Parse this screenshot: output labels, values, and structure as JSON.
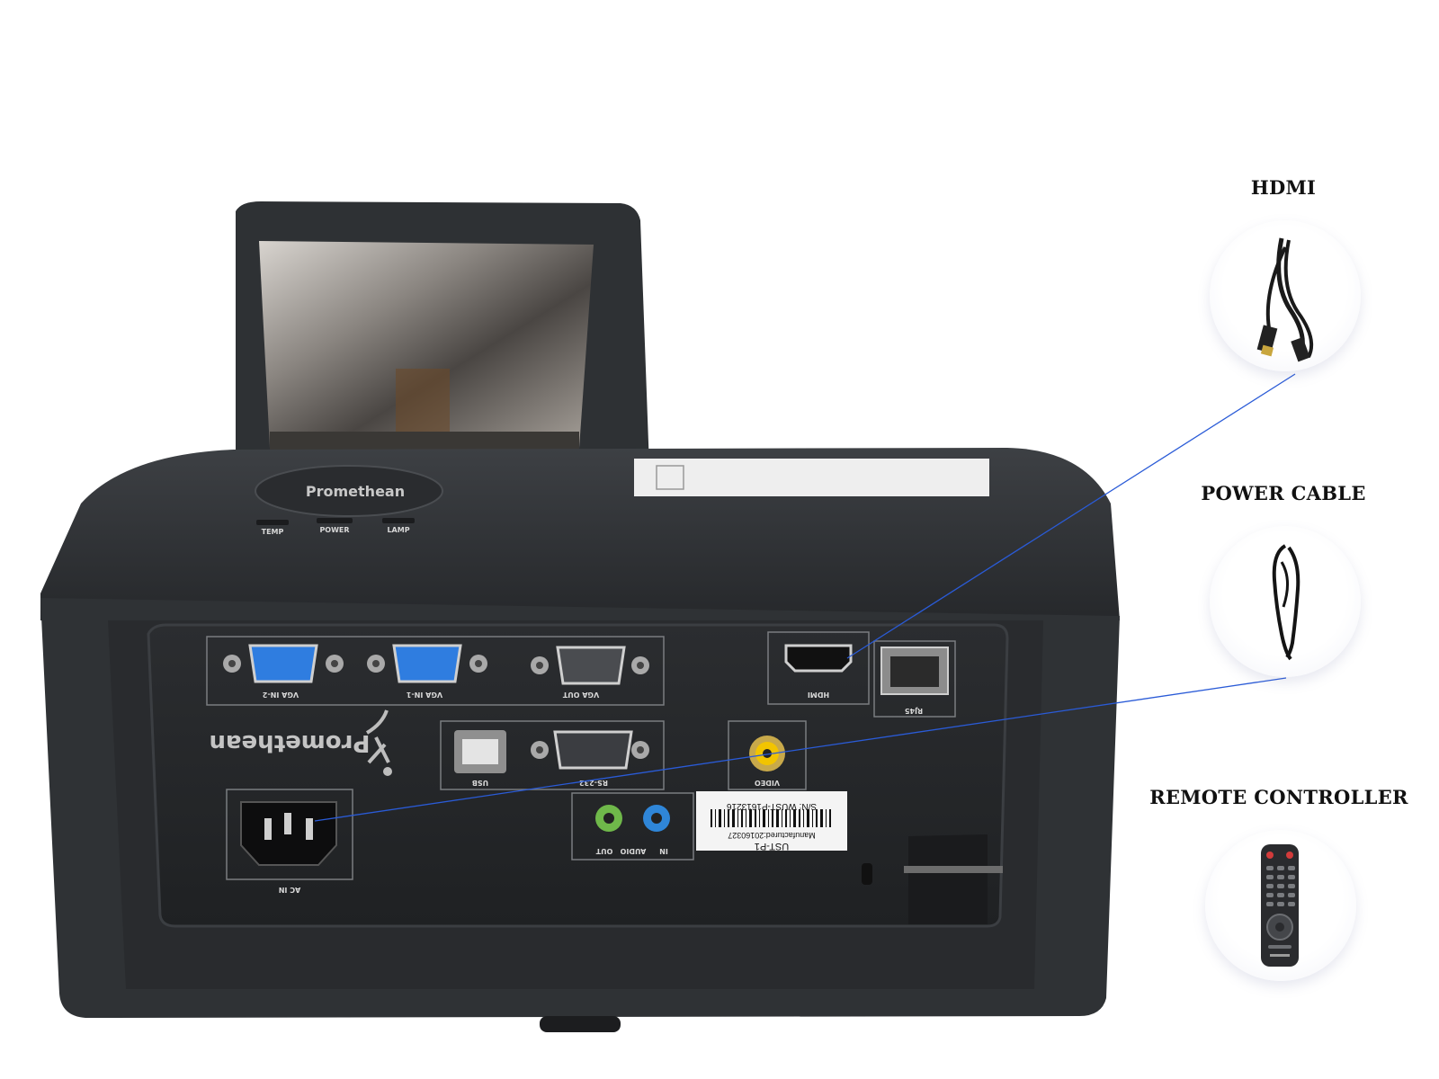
{
  "accessories": [
    {
      "title": "HDMI",
      "icon": "hdmi-cable-icon"
    },
    {
      "title": "POWER CABLE",
      "icon": "power-cable-icon"
    },
    {
      "title": "REMOTE CONTROLLER",
      "icon": "remote-controller-icon"
    }
  ],
  "projector": {
    "brand": "Promethean",
    "indicators": [
      "TEMP",
      "POWER",
      "LAMP"
    ],
    "ports": {
      "vga_in_2": "VGA IN-2",
      "vga_in_1": "VGA IN-1",
      "vga_out": "VGA OUT",
      "hdmi": "HDMI",
      "rj45": "RJ45",
      "usb": "USB",
      "rs232": "RS-232",
      "video": "VIDEO",
      "ac_in": "AC IN",
      "audio": "AUDIO",
      "audio_in": "IN",
      "audio_out": "OUT"
    },
    "label": {
      "serial": "S/N: WUST-P1613216",
      "manufactured": "Manufactured:20160327",
      "model": "UST-P1"
    }
  },
  "colors": {
    "connector_line": "#2a5bd7",
    "vga_blue": "#2f7de0",
    "body": "#2f3235"
  }
}
